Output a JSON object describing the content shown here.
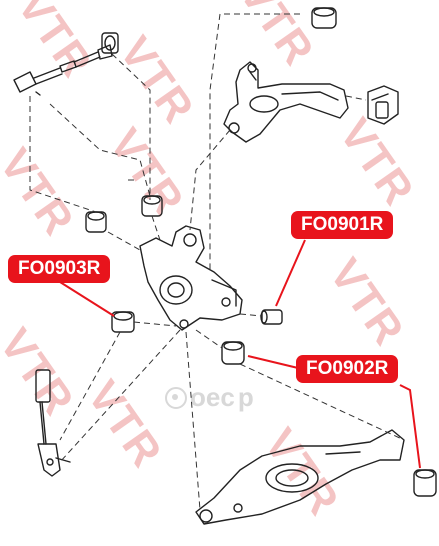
{
  "watermark": {
    "brand": "VTR",
    "site": "oec",
    "site_tld": "p"
  },
  "labels": {
    "fo0901r": "FO0901R",
    "fo0903r": "FO0903R",
    "fo0902r": "FO0902R"
  },
  "colors": {
    "label_bg": "#e8141c",
    "label_text": "#ffffff",
    "line_art": "#222222",
    "watermark": "#f4c4c4"
  }
}
